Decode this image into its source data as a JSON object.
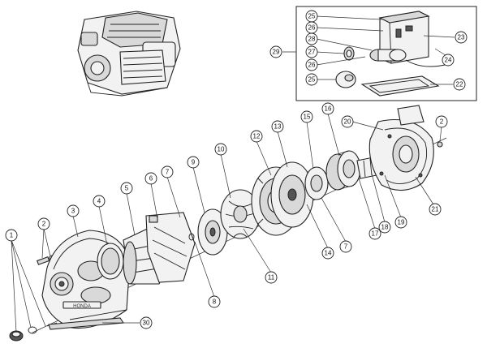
{
  "callouts": [
    {
      "id": "c1",
      "label": "1"
    },
    {
      "id": "c2a",
      "label": "2"
    },
    {
      "id": "c2b",
      "label": "2"
    },
    {
      "id": "c3",
      "label": "3"
    },
    {
      "id": "c4",
      "label": "4"
    },
    {
      "id": "c5",
      "label": "5"
    },
    {
      "id": "c6",
      "label": "6"
    },
    {
      "id": "c7a",
      "label": "7"
    },
    {
      "id": "c7b",
      "label": "7"
    },
    {
      "id": "c8",
      "label": "8"
    },
    {
      "id": "c9",
      "label": "9"
    },
    {
      "id": "c10",
      "label": "10"
    },
    {
      "id": "c11",
      "label": "11"
    },
    {
      "id": "c12",
      "label": "12"
    },
    {
      "id": "c13",
      "label": "13"
    },
    {
      "id": "c14",
      "label": "14"
    },
    {
      "id": "c15",
      "label": "15"
    },
    {
      "id": "c16",
      "label": "16"
    },
    {
      "id": "c17",
      "label": "17"
    },
    {
      "id": "c18",
      "label": "18"
    },
    {
      "id": "c19",
      "label": "19"
    },
    {
      "id": "c20",
      "label": "20"
    },
    {
      "id": "c21",
      "label": "21"
    },
    {
      "id": "c22",
      "label": "22"
    },
    {
      "id": "c23",
      "label": "23"
    },
    {
      "id": "c24",
      "label": "24"
    },
    {
      "id": "c25a",
      "label": "25"
    },
    {
      "id": "c25b",
      "label": "25"
    },
    {
      "id": "c26a",
      "label": "26"
    },
    {
      "id": "c26b",
      "label": "26"
    },
    {
      "id": "c27",
      "label": "27"
    },
    {
      "id": "c28",
      "label": "28"
    },
    {
      "id": "c29",
      "label": "29"
    },
    {
      "id": "c30",
      "label": "30"
    }
  ],
  "housing_mark": "HONDA"
}
